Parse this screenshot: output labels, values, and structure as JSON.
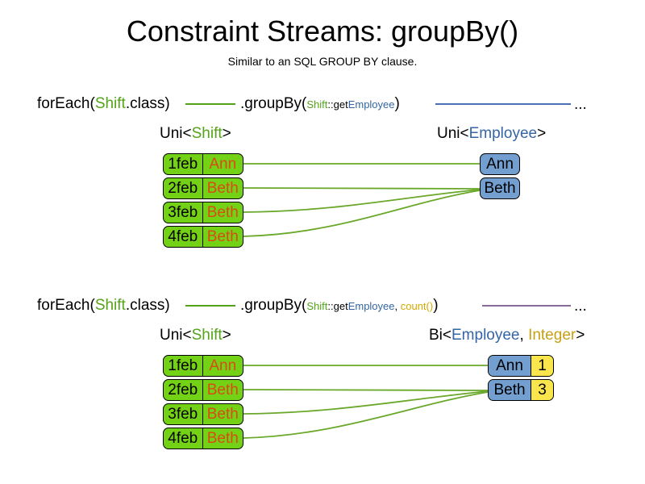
{
  "header": {
    "title": "Constraint Streams: groupBy()",
    "subtitle": "Similar to an SQL GROUP BY clause."
  },
  "colors": {
    "shift_green": "#73d216",
    "shift_name_text": "#d94b14",
    "employee_blue": "#729fcf",
    "integer_yellow": "#fae54d",
    "token_shift": "#53a318",
    "token_employee": "#3465a4",
    "token_count": "#d4aa00",
    "token_integer": "#c8a015",
    "link_green": "#53a318",
    "link_blue": "#4a6fb5",
    "link_purple": "#8a6b9a",
    "text_black": "#000000"
  },
  "sections": [
    {
      "id": "section-groupby-single",
      "code": {
        "for_each": {
          "prefix": "forEach(",
          "type": "Shift",
          "suffix": ".class)"
        },
        "group_by": {
          "prefix": ".groupBy(",
          "mapper_owner": "Shift",
          "mapper_sep": "::get",
          "mapper_target": "Employee",
          "suffix": ")"
        },
        "ellipsis": "..."
      },
      "left": {
        "type_label": {
          "prefix": "Uni<",
          "generic": "Shift",
          "suffix": ">"
        },
        "rows": [
          {
            "date": "1feb",
            "name": "Ann"
          },
          {
            "date": "2feb",
            "name": "Beth"
          },
          {
            "date": "3feb",
            "name": "Beth"
          },
          {
            "date": "4feb",
            "name": "Beth"
          }
        ]
      },
      "right": {
        "type_label": {
          "prefix": "Uni<",
          "generic": "Employee",
          "suffix": ">"
        },
        "rows": [
          {
            "name": "Ann"
          },
          {
            "name": "Beth"
          }
        ]
      }
    },
    {
      "id": "section-groupby-count",
      "code": {
        "for_each": {
          "prefix": "forEach(",
          "type": "Shift",
          "suffix": ".class)"
        },
        "group_by": {
          "prefix": ".groupBy(",
          "mapper_owner": "Shift",
          "mapper_sep": "::get",
          "mapper_target": "Employee",
          "separator": ", ",
          "collector": "count()",
          "suffix": ")"
        },
        "ellipsis": "..."
      },
      "left": {
        "type_label": {
          "prefix": "Uni<",
          "generic": "Shift",
          "suffix": ">"
        },
        "rows": [
          {
            "date": "1feb",
            "name": "Ann"
          },
          {
            "date": "2feb",
            "name": "Beth"
          },
          {
            "date": "3feb",
            "name": "Beth"
          },
          {
            "date": "4feb",
            "name": "Beth"
          }
        ]
      },
      "right": {
        "type_label": {
          "prefix": "Bi<",
          "generic": "Employee",
          "separator": ", ",
          "generic2": "Integer",
          "suffix": ">"
        },
        "rows": [
          {
            "name": "Ann",
            "count": "1"
          },
          {
            "name": "Beth",
            "count": "3"
          }
        ]
      }
    }
  ]
}
